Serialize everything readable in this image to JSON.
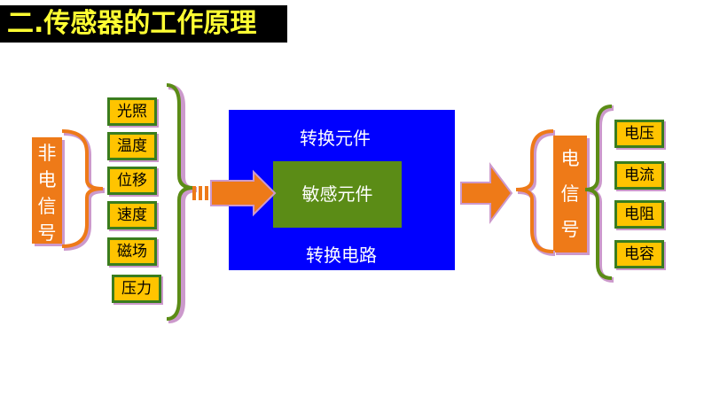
{
  "title": "二.传感器的工作原理",
  "left_label": [
    "非",
    "电",
    "信",
    "号"
  ],
  "input_items": [
    "光照",
    "温度",
    "位移",
    "速度",
    "磁场",
    "压力"
  ],
  "center": {
    "top_label": "转换元件",
    "inner_label": "敏感元件",
    "bottom_label": "转换电路"
  },
  "right_label": [
    "电",
    "信",
    "号"
  ],
  "output_items": [
    "电压",
    "电流",
    "电阻",
    "电容"
  ],
  "colors": {
    "item_fill": "#ffc400",
    "item_border": "#3a7d1e",
    "orange": "#ee7a18",
    "blue": "#0000ff",
    "green": "#5b8c16",
    "title_text": "#ffff33"
  }
}
